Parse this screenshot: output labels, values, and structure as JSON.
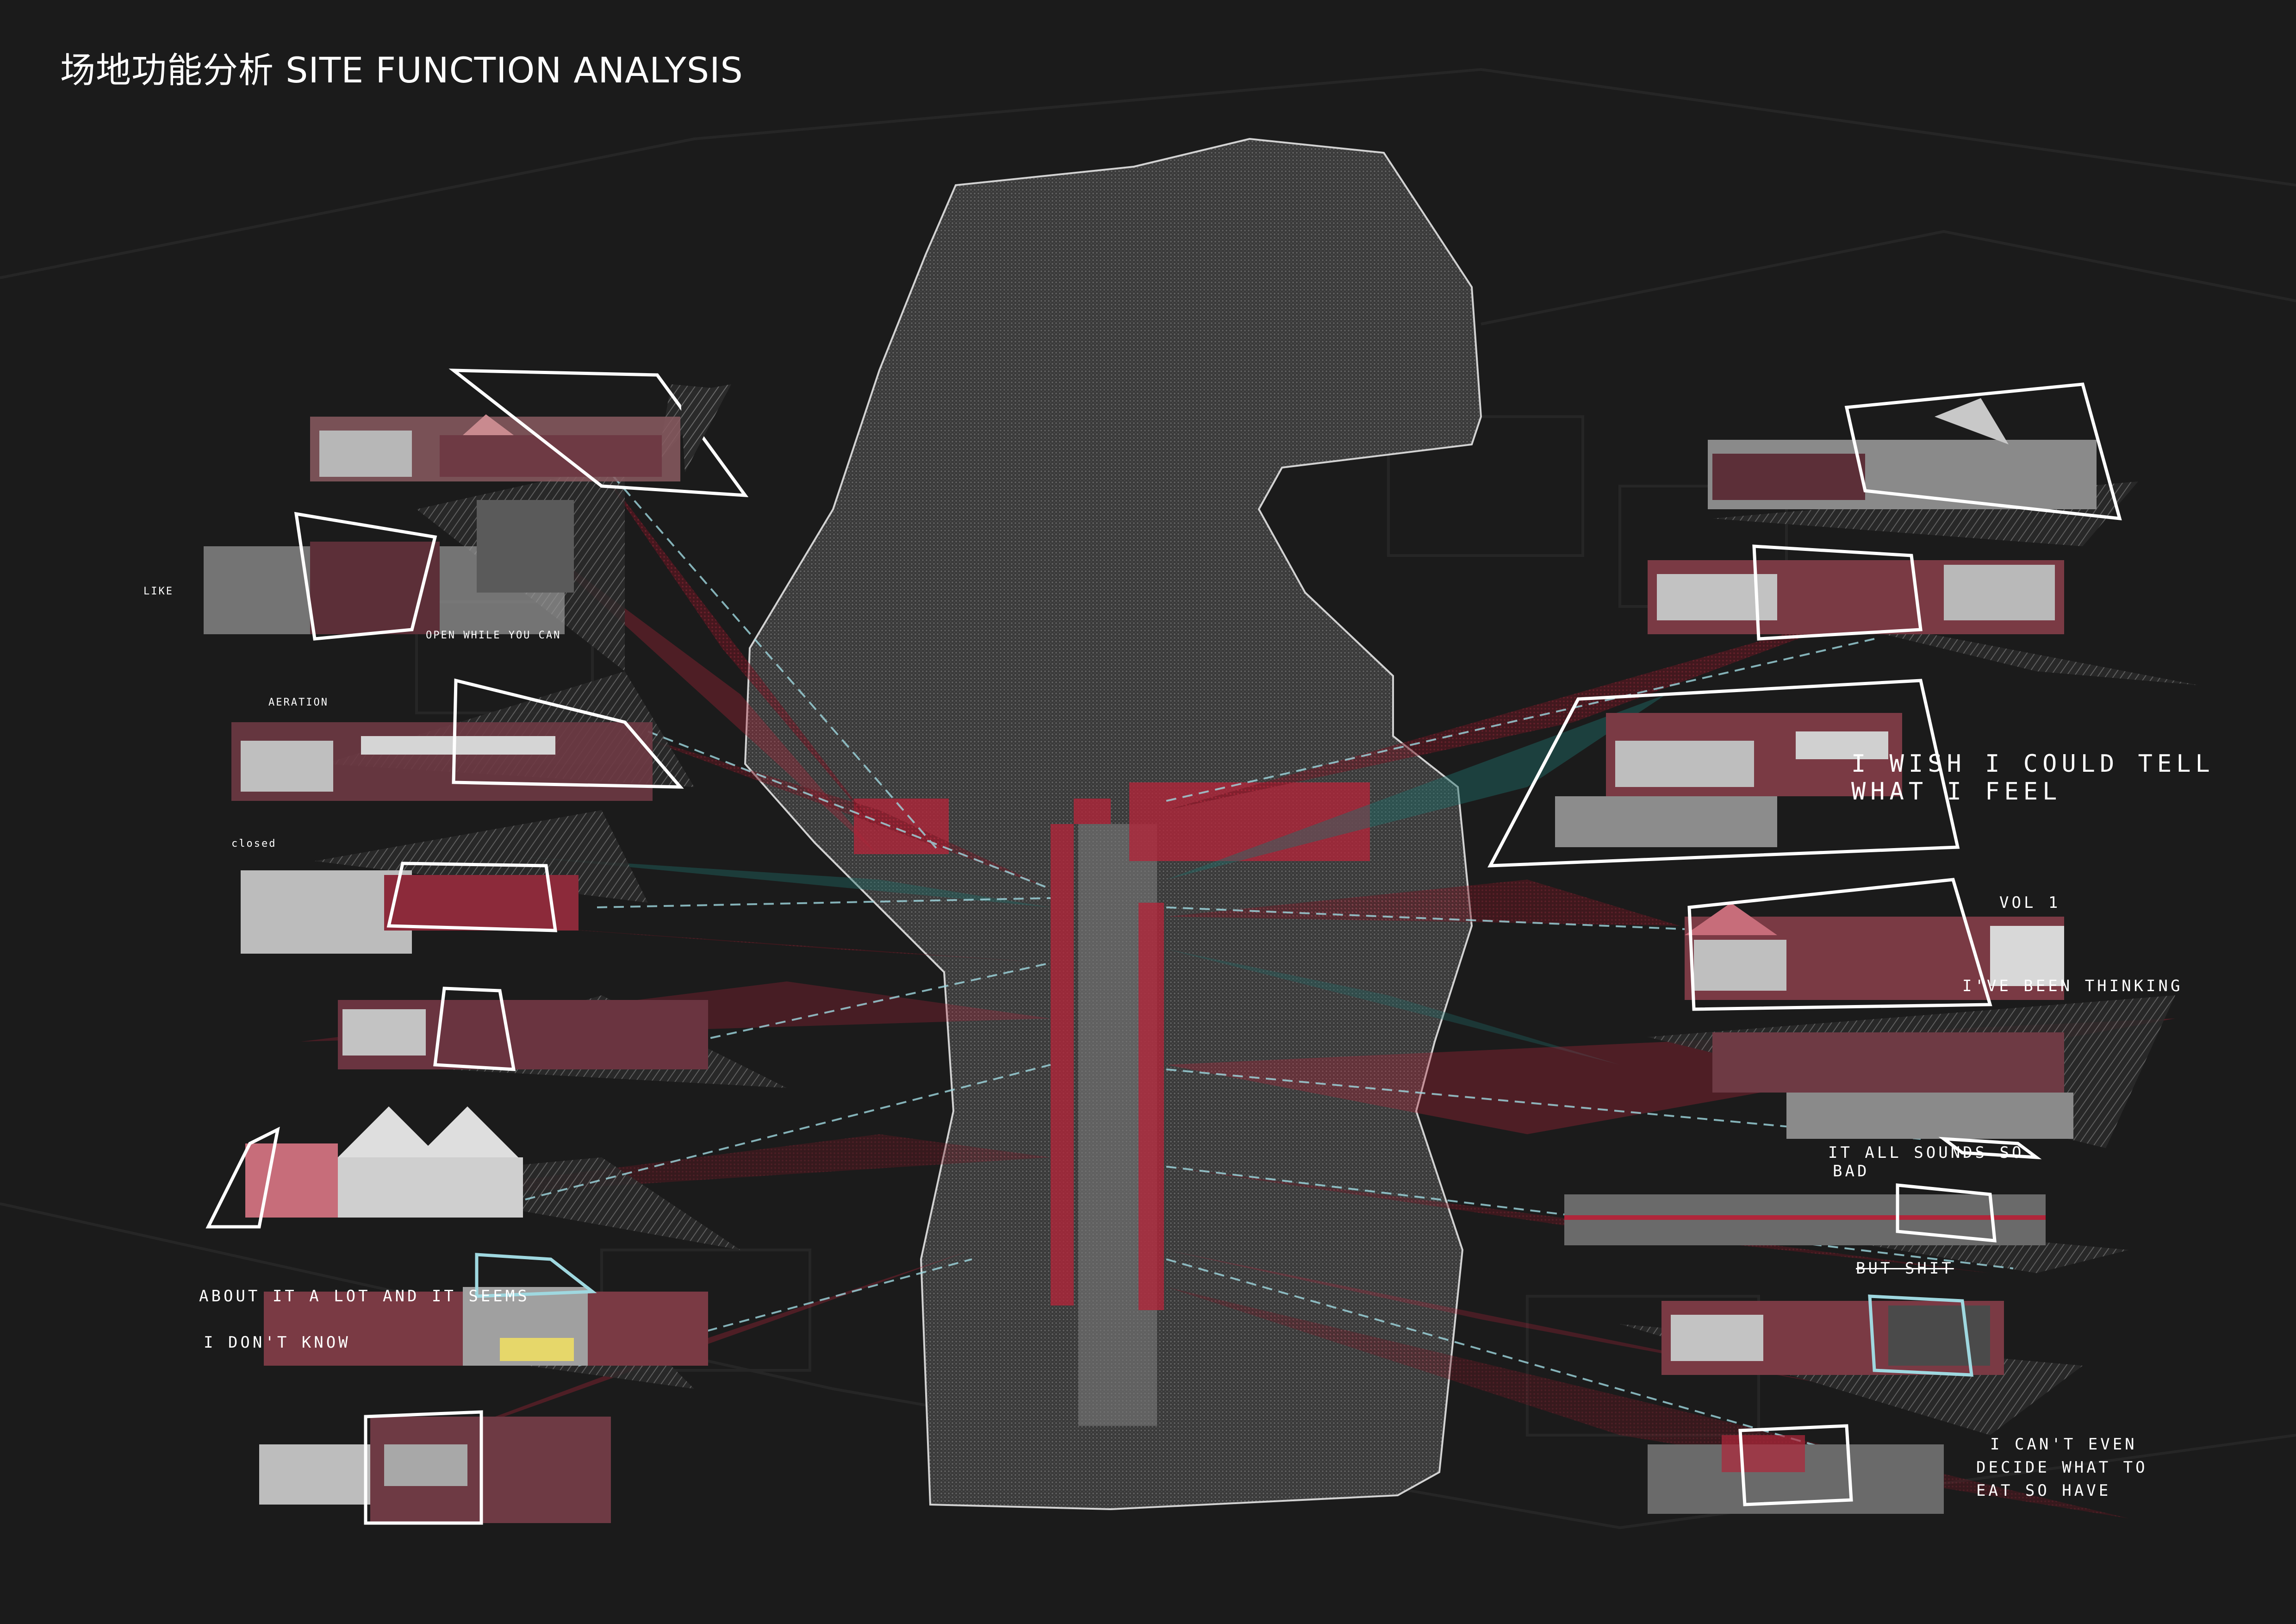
{
  "title": "场地功能分析 SITE FUNCTION ANALYSIS",
  "colors": {
    "background": "#1b1b1b",
    "site_fill": "#3a3a3a",
    "accent_red": "#b0263a",
    "accent_teal": "#1f6e6a",
    "outline": "#ffffff",
    "dashed_line": "#9fd8e0"
  },
  "annotations": {
    "like": "LIKE",
    "open_while_you_can": "OPEN WHILE YOU CAN",
    "aeration": "AERATION",
    "closed": "closed",
    "about_it_a_lot": "ABOUT IT A LOT AND IT SEEMS",
    "i_dont_know": "I DON'T KNOW",
    "i_wish_i_could_tell": "I WISH I COULD TELL",
    "what_i_feel": "WHAT I FEEL",
    "vol": "VOL 1",
    "ive_been_thinking": "I'VE BEEN THINKING",
    "it_all_sounds_so": "IT ALL SOUNDS SO",
    "bad": "BAD",
    "but_shit": "BUT SHIT",
    "i_cant_even": "I CAN'T EVEN",
    "decide_what_to": "DECIDE WHAT TO",
    "eat_so_have": "EAT SO HAVE"
  }
}
